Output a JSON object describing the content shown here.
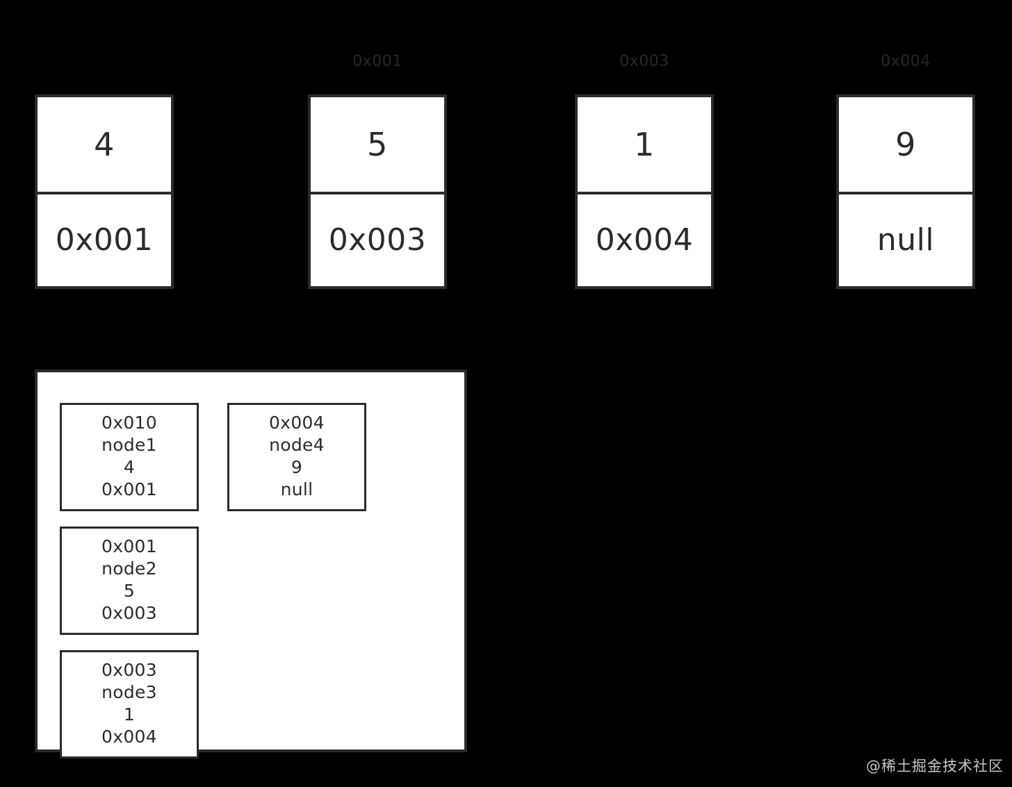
{
  "diagram": {
    "background_color": "#000000",
    "box_fill_color": "#ffffff",
    "box_border_color": "#2b2b2b",
    "label_color": "#272727"
  },
  "list_nodes": [
    {
      "address_label": "",
      "value": "4",
      "pointer": "0x001"
    },
    {
      "address_label": "0x001",
      "value": "5",
      "pointer": "0x003"
    },
    {
      "address_label": "0x003",
      "value": "1",
      "pointer": "0x004"
    },
    {
      "address_label": "0x004",
      "value": "9",
      "pointer": "null"
    }
  ],
  "memory_panel": {
    "column_left": [
      {
        "address": "0x010",
        "name": "node1",
        "value": "4",
        "next": "0x001"
      },
      {
        "address": "0x001",
        "name": "node2",
        "value": "5",
        "next": "0x003"
      },
      {
        "address": "0x003",
        "name": "node3",
        "value": "1",
        "next": "0x004"
      }
    ],
    "column_right": [
      {
        "address": "0x004",
        "name": "node4",
        "value": "9",
        "next": "null"
      }
    ]
  },
  "watermark": {
    "text": "@稀土掘金技术社区"
  }
}
